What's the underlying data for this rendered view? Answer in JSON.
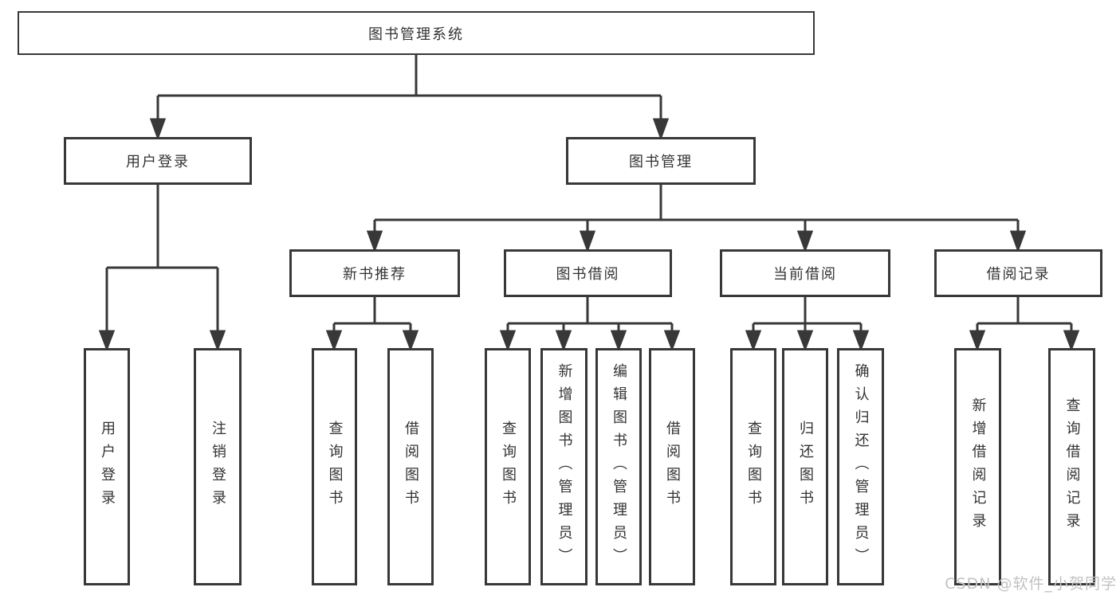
{
  "diagram": {
    "type": "tree",
    "tree": {
      "root": {
        "label": "图书管理系统"
      },
      "branches": [
        {
          "label": "用户登录",
          "children": [
            {
              "label": "用户登录"
            },
            {
              "label": "注销登录"
            }
          ]
        },
        {
          "label": "图书管理",
          "children": [
            {
              "label": "新书推荐",
              "children": [
                {
                  "label": "查询图书"
                },
                {
                  "label": "借阅图书"
                }
              ]
            },
            {
              "label": "图书借阅",
              "children": [
                {
                  "label": "查询图书"
                },
                {
                  "label": "新增图书（管理员）"
                },
                {
                  "label": "编辑图书（管理员）"
                },
                {
                  "label": "借阅图书"
                }
              ]
            },
            {
              "label": "当前借阅",
              "children": [
                {
                  "label": "查询图书"
                },
                {
                  "label": "归还图书"
                },
                {
                  "label": "确认归还（管理员）"
                }
              ]
            },
            {
              "label": "借阅记录",
              "children": [
                {
                  "label": "新增借阅记录"
                },
                {
                  "label": "查询借阅记录"
                }
              ]
            }
          ]
        }
      ]
    }
  },
  "watermark": {
    "text": "CSDN @软件_小贺同学",
    "color": "#c2c2c2"
  },
  "colors": {
    "line": "#383838",
    "box_border": "#383838",
    "text": "#333333",
    "background": "#ffffff"
  }
}
